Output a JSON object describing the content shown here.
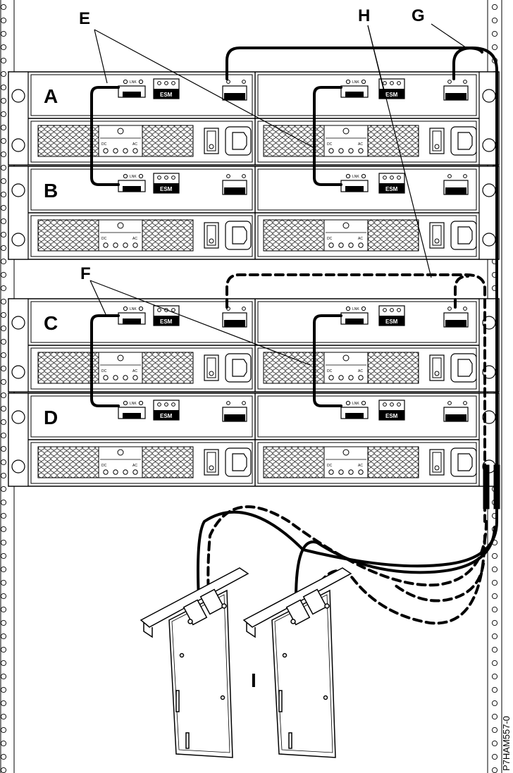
{
  "callouts": {
    "e": "E",
    "f": "F",
    "g": "G",
    "h": "H",
    "i": "I"
  },
  "enclosures": [
    {
      "label": "A"
    },
    {
      "label": "B"
    },
    {
      "label": "C"
    },
    {
      "label": "D"
    }
  ],
  "module_text": {
    "esm": "ESM",
    "lnk": "LNK",
    "dc": "DC",
    "ac": "AC"
  },
  "figure_id": "P7HAM557-0"
}
